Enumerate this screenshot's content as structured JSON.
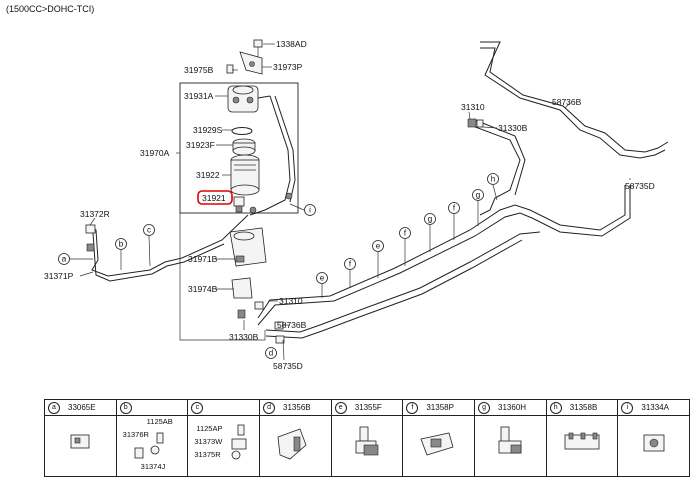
{
  "header": "(1500CC>DOHC-TCI)",
  "highlighted_part": "31921",
  "labels": {
    "p1338AD": "1338AD",
    "p31975B": "31975B",
    "p31973P": "31973P",
    "p31931A": "31931A",
    "p31929S": "31929S",
    "p31923F": "31923F",
    "p31970A": "31970A",
    "p31922": "31922",
    "p31921": "31921",
    "p31372R": "31372R",
    "p31371P": "31371P",
    "p31971B": "31971B",
    "p31974B": "31974B",
    "p31310a": "31310",
    "p31310b": "31310",
    "p31330Ba": "31330B",
    "p31330Bb": "31330B",
    "p58736Ba": "58736B",
    "p58736Bb": "58736B",
    "p58735Da": "58735D",
    "p58735Db": "58735D"
  },
  "callouts": {
    "a": "a",
    "b": "b",
    "c": "c",
    "d": "d",
    "e": "e",
    "f": "f",
    "g": "g",
    "h": "h",
    "i": "i"
  },
  "legend": [
    {
      "letter": "a",
      "code": "33065E",
      "subs": []
    },
    {
      "letter": "b",
      "code": "",
      "subs": [
        "1125AB",
        "31376R",
        "31374J"
      ]
    },
    {
      "letter": "c",
      "code": "",
      "subs": [
        "1125AP",
        "31373W",
        "31375R"
      ]
    },
    {
      "letter": "d",
      "code": "31356B",
      "subs": []
    },
    {
      "letter": "e",
      "code": "31355F",
      "subs": []
    },
    {
      "letter": "f",
      "code": "31358P",
      "subs": []
    },
    {
      "letter": "g",
      "code": "31360H",
      "subs": []
    },
    {
      "letter": "h",
      "code": "31358B",
      "subs": []
    },
    {
      "letter": "i",
      "code": "31334A",
      "subs": []
    }
  ]
}
